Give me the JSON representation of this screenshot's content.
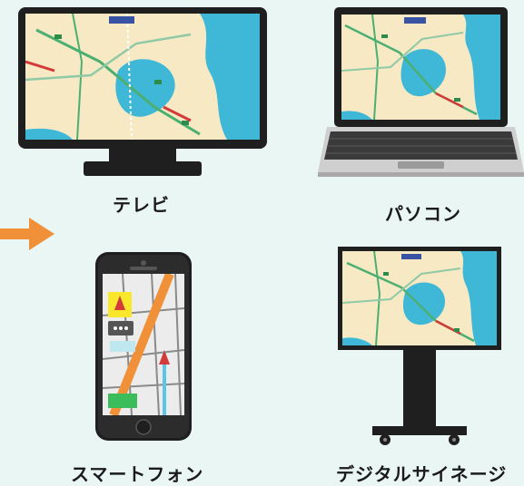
{
  "labels": {
    "tv": "テレビ",
    "pc": "パソコン",
    "smartphone": "スマートフォン",
    "signage": "デジタルサイネージ"
  },
  "colors": {
    "background": "#eaf6f4",
    "arrow": "#f0913a",
    "map_land": "#f6e9c3",
    "map_water": "#3fb7d6",
    "device_dark": "#1f1f1f"
  }
}
